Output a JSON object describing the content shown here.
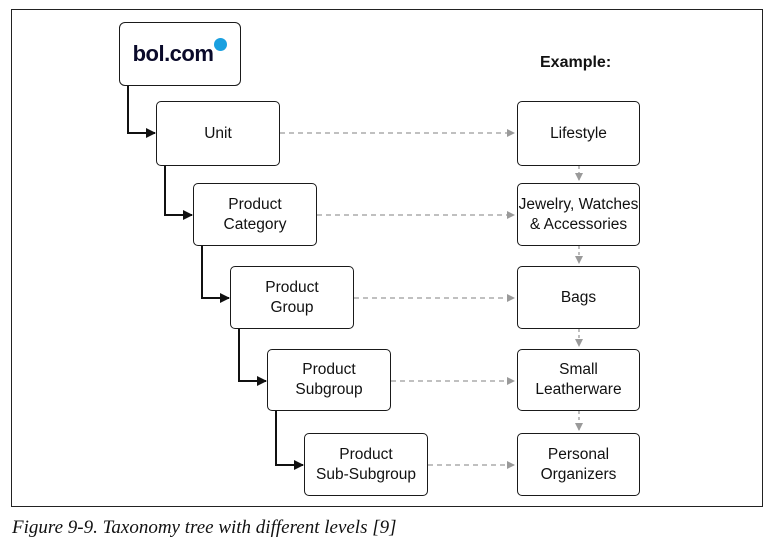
{
  "logo": {
    "text": "bol.com",
    "brand_color": "#0a0a2a",
    "accent_color": "#1aa0e0"
  },
  "example_label": "Example:",
  "levels": [
    {
      "lines": [
        "Unit"
      ]
    },
    {
      "lines": [
        "Product",
        "Category"
      ]
    },
    {
      "lines": [
        "Product",
        "Group"
      ]
    },
    {
      "lines": [
        "Product",
        "Subgroup"
      ]
    },
    {
      "lines": [
        "Product",
        "Sub-Subgroup"
      ]
    }
  ],
  "examples": [
    {
      "lines": [
        "Lifestyle"
      ]
    },
    {
      "lines": [
        "Jewelry, Watches",
        "& Accessories"
      ]
    },
    {
      "lines": [
        "Bags"
      ]
    },
    {
      "lines": [
        "Small",
        "Leatherware"
      ]
    },
    {
      "lines": [
        "Personal",
        "Organizers"
      ]
    }
  ],
  "caption": "Figure 9-9. Taxonomy tree with different levels [9]"
}
